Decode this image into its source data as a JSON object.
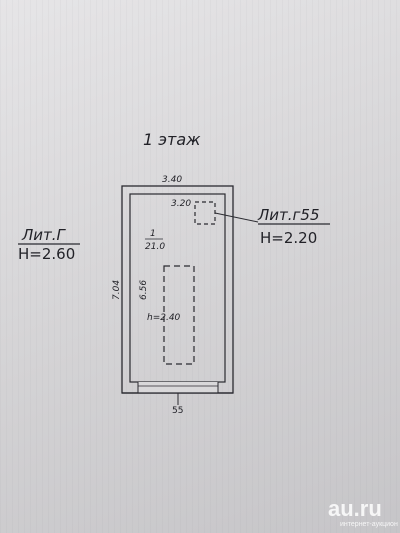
{
  "floor_title": "1 этаж",
  "left_annex": {
    "name": "Лит.Г",
    "height": "H=2.60"
  },
  "right_annex": {
    "name": "Лит.г55",
    "height": "H=2.20"
  },
  "room": {
    "width_top": "3.40",
    "length_outer": "7.04",
    "length_inner": "6.56",
    "small_width": "3.20",
    "room_number": "1",
    "area": "21.0",
    "inner_height": "h=2.40",
    "bottom_label": "55"
  },
  "watermark": {
    "text": "au.ru",
    "subtext": "интернет-аукцион"
  }
}
